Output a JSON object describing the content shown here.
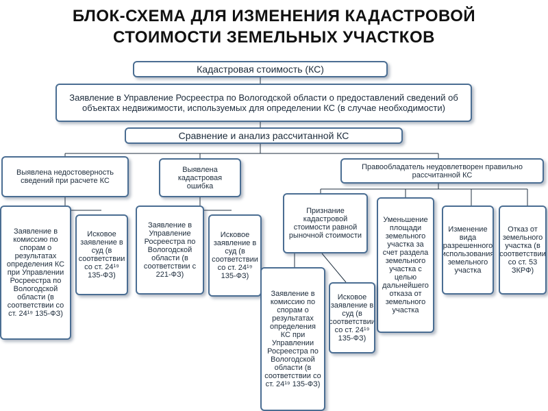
{
  "title": "БЛОК-СХЕМА ДЛЯ ИЗМЕНЕНИЯ КАДАСТРОВОЙ СТОИМОСТИ ЗЕМЕЛЬНЫХ УЧАСТКОВ",
  "nodes": {
    "cadastral_value": "Кадастровая стоимость (КС)",
    "application": "Заявление в Управление Росреестра по Вологодской области о предоставлений сведений об объектах недвижимости, используемых для определении КС (в случае необходимости)",
    "comparison": "Сравнение и анализ рассчитанной КС",
    "unreliable": "Выявлена недостоверность сведений при расчете КС",
    "error": "Выявлена кадастровая ошибка",
    "owner_unsatisfied": "Правообладатель неудовлетворен правильно рассчитанной КС",
    "commission_1": "Заявление в комиссию по спорам о результатах определения КС при Управлении Росреестра по Вологодской области (в соответствии со ст. 24¹⁹ 135-ФЗ)",
    "lawsuit_1": "Исковое заявление в суд (в соответствии со ст. 24¹⁹ 135-ФЗ)",
    "error_application": "Заявление в Управление Росреестра по Вологодской области (в соответствии с 221-ФЗ)",
    "lawsuit_2": "Исковое заявление в суд (в соответствии со ст. 24¹⁹ 135-ФЗ)",
    "market_value": "Признание кадастровой стоимости равной рыночной стоимости",
    "area_reduction": "Уменьшение площади земельного участка за счет раздела земельного участка с целью дальнейшего отказа от земельного участка",
    "use_change": "Изменение вида разрешенного использования земельного участка",
    "land_refusal": "Отказ от земельного участка (в соответствии со ст. 53 ЗКРФ)",
    "commission_2": "Заявление в комиссию по спорам о результатах определения КС при Управлении Росреестра по Вологодской области (в соответствии со ст. 24¹⁹ 135-ФЗ)",
    "lawsuit_3": "Исковое заявление в суд (в соответствии со ст. 24¹⁹ 135-ФЗ)"
  },
  "colors": {
    "border": "#4a6d92",
    "line": "#1f2f3f",
    "text": "#1b2a3a"
  }
}
